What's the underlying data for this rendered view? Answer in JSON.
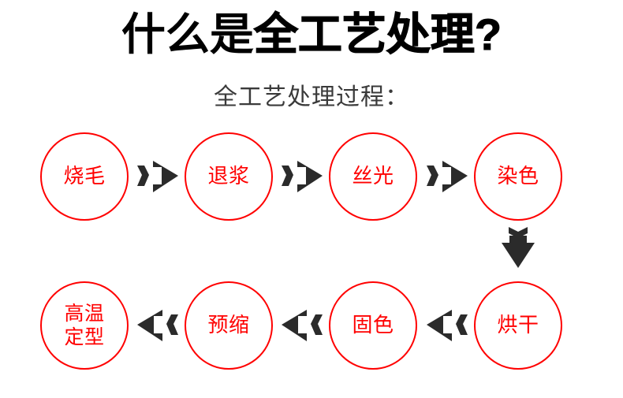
{
  "page": {
    "background_color": "#ffffff",
    "accent_color": "#ff0000",
    "arrow_color": "#2b2b2b",
    "title_color": "#000000",
    "subtitle_color": "#3a3a3a"
  },
  "header": {
    "title_part_light": "什么是",
    "title_part_heavy": "全工艺处理?",
    "title_full": "什么是全工艺处理?",
    "subtitle": "全工艺处理过程："
  },
  "flow": {
    "row1": [
      {
        "id": "step-1",
        "label": "烧毛",
        "lines": 1
      },
      {
        "id": "step-2",
        "label": "退浆",
        "lines": 1
      },
      {
        "id": "step-3",
        "label": "丝光",
        "lines": 1
      },
      {
        "id": "step-4",
        "label": "染色",
        "lines": 1
      }
    ],
    "row2": [
      {
        "id": "step-8",
        "label": "高温\n定型",
        "lines": 2
      },
      {
        "id": "step-7",
        "label": "预缩",
        "lines": 1
      },
      {
        "id": "step-6",
        "label": "固色",
        "lines": 1
      },
      {
        "id": "step-5",
        "label": "烘干",
        "lines": 1
      }
    ],
    "connectors": [
      {
        "id": "arrow-1",
        "direction": "right",
        "from": "烧毛",
        "to": "退浆"
      },
      {
        "id": "arrow-2",
        "direction": "right",
        "from": "退浆",
        "to": "丝光"
      },
      {
        "id": "arrow-3",
        "direction": "right",
        "from": "丝光",
        "to": "染色"
      },
      {
        "id": "arrow-4",
        "direction": "down",
        "from": "染色",
        "to": "烘干"
      },
      {
        "id": "arrow-5",
        "direction": "left",
        "from": "烘干",
        "to": "固色"
      },
      {
        "id": "arrow-6",
        "direction": "left",
        "from": "固色",
        "to": "预缩"
      },
      {
        "id": "arrow-7",
        "direction": "left",
        "from": "预缩",
        "to": "高温定型"
      }
    ]
  }
}
